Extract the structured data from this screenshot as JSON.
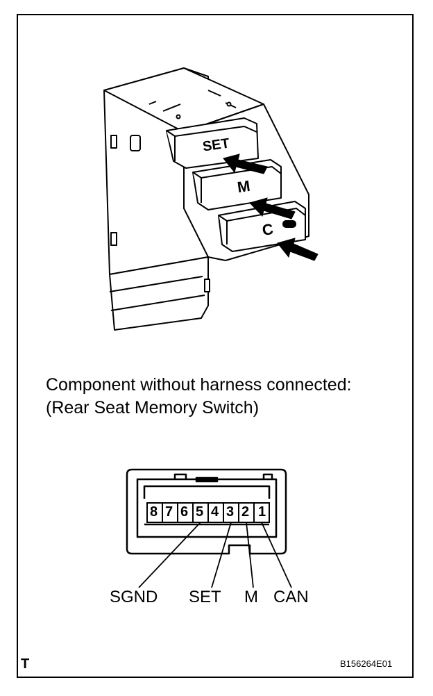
{
  "switch": {
    "buttons": [
      "SET",
      "M",
      "C"
    ]
  },
  "caption": {
    "line1": "Component without harness connected:",
    "line2": "(Rear Seat Memory Switch)"
  },
  "connector": {
    "pins": [
      "8",
      "7",
      "6",
      "5",
      "4",
      "3",
      "2",
      "1"
    ],
    "labels": {
      "sgnd": "SGND",
      "set": "SET",
      "m": "M",
      "can": "CAN"
    }
  },
  "footer": {
    "mark": "T",
    "figure_id": "B156264E01"
  }
}
